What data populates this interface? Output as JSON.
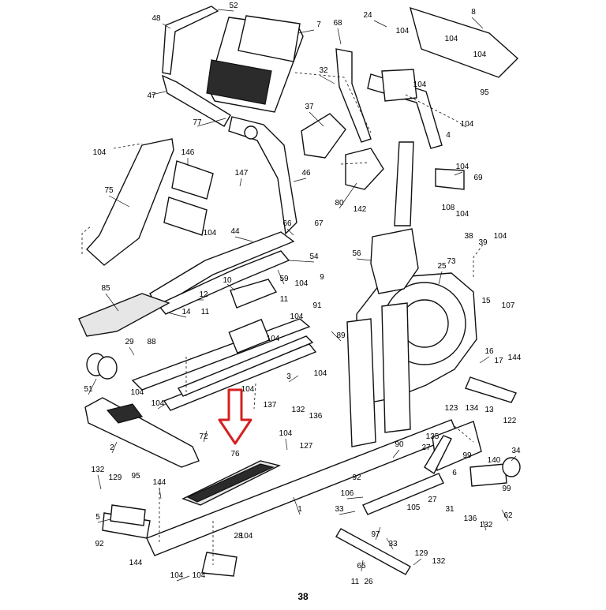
{
  "page_number": "38",
  "highlight": {
    "label": "76",
    "color": "#d42020"
  },
  "callouts": [
    "52",
    "48",
    "7",
    "24",
    "8",
    "68",
    "104",
    "104",
    "104",
    "95",
    "47",
    "32",
    "104",
    "77",
    "37",
    "4",
    "104",
    "104",
    "146",
    "147",
    "46",
    "104",
    "69",
    "80",
    "142",
    "104",
    "75",
    "108",
    "38",
    "39",
    "104",
    "66",
    "67",
    "44",
    "104",
    "54",
    "56",
    "25",
    "73",
    "59",
    "104",
    "10",
    "9",
    "12",
    "85",
    "11",
    "91",
    "14",
    "15",
    "107",
    "89",
    "11",
    "104",
    "29",
    "88",
    "3",
    "104",
    "16",
    "17",
    "144",
    "51",
    "104",
    "104",
    "137",
    "132",
    "136",
    "123",
    "134",
    "13",
    "122",
    "2",
    "72",
    "135",
    "104",
    "127",
    "90",
    "27",
    "34",
    "99",
    "140",
    "92",
    "6",
    "132",
    "129",
    "95",
    "144",
    "106",
    "27",
    "99",
    "33",
    "5",
    "105",
    "31",
    "136",
    "132",
    "62",
    "92",
    "97",
    "104",
    "33",
    "144",
    "65",
    "129",
    "132",
    "104",
    "1",
    "104",
    "28",
    "104",
    "104",
    "11",
    "26"
  ]
}
